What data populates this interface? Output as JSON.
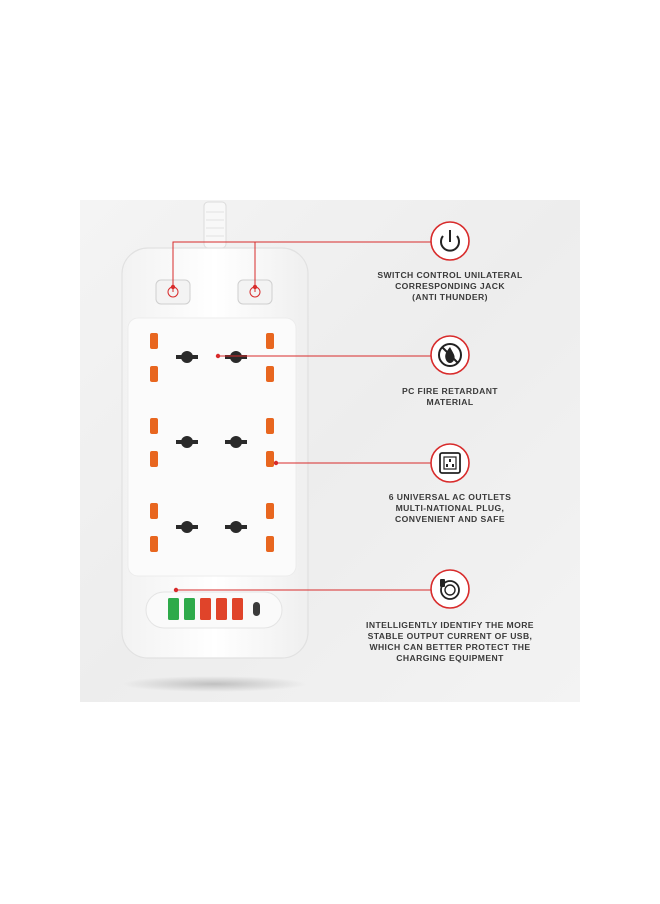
{
  "features": [
    {
      "icon": "power-icon",
      "lines": [
        "SWITCH CONTROL UNILATERAL",
        "CORRESPONDING JACK",
        "(ANTI THUNDER)"
      ]
    },
    {
      "icon": "no-fire-icon",
      "lines": [
        "PC FIRE RETARDANT",
        "MATERIAL"
      ]
    },
    {
      "icon": "socket-icon",
      "lines": [
        "6 UNIVERSAL AC OUTLETS",
        "MULTI-NATIONAL PLUG,",
        "CONVENIENT AND SAFE"
      ]
    },
    {
      "icon": "usb-cable-icon",
      "lines": [
        "INTELLIGENTLY IDENTIFY THE MORE",
        "STABLE OUTPUT CURRENT OF USB,",
        "WHICH CAN BETTER PROTECT THE",
        "CHARGING EQUIPMENT"
      ]
    }
  ],
  "colors": {
    "accent": "#d82b2b",
    "outlet_shutter": "#e8661f",
    "usb_green": "#2eaa4a",
    "usb_red": "#e0442a"
  }
}
